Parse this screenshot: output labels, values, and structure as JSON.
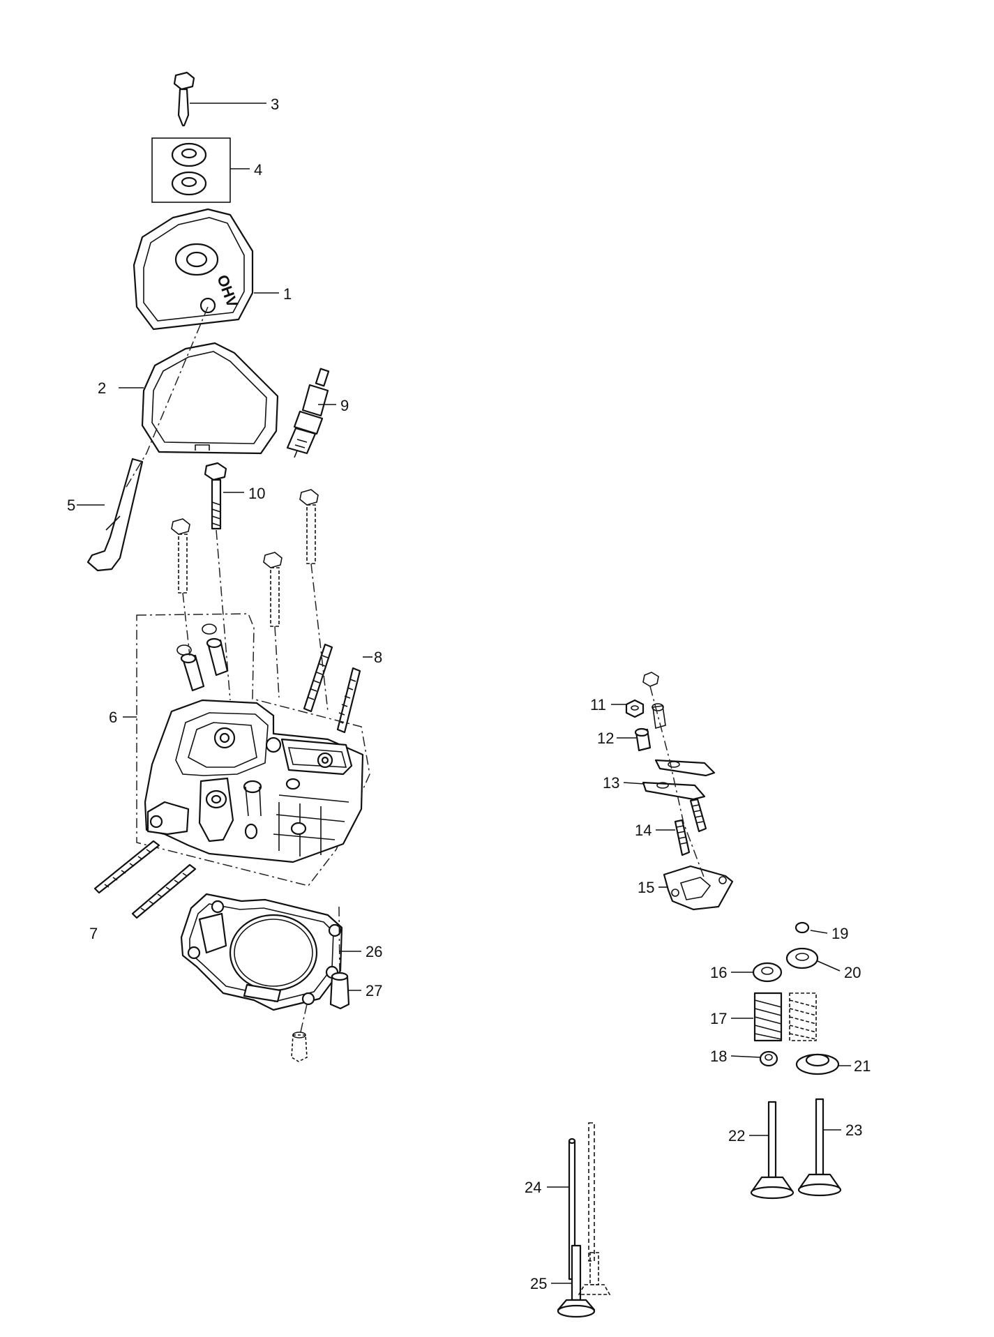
{
  "callouts": {
    "c1": "1",
    "c2": "2",
    "c3": "3",
    "c4": "4",
    "c5": "5",
    "c6": "6",
    "c7": "7",
    "c8": "8",
    "c9": "9",
    "c10": "10",
    "c11": "11",
    "c12": "12",
    "c13": "13",
    "c14": "14",
    "c15": "15",
    "c16": "16",
    "c17": "17",
    "c18": "18",
    "c19": "19",
    "c20": "20",
    "c21": "21",
    "c22": "22",
    "c23": "23",
    "c24": "24",
    "c25": "25",
    "c26": "26",
    "c27": "27"
  },
  "cover_marking": "OHV",
  "line_color": "#111111",
  "background_color": "#ffffff"
}
